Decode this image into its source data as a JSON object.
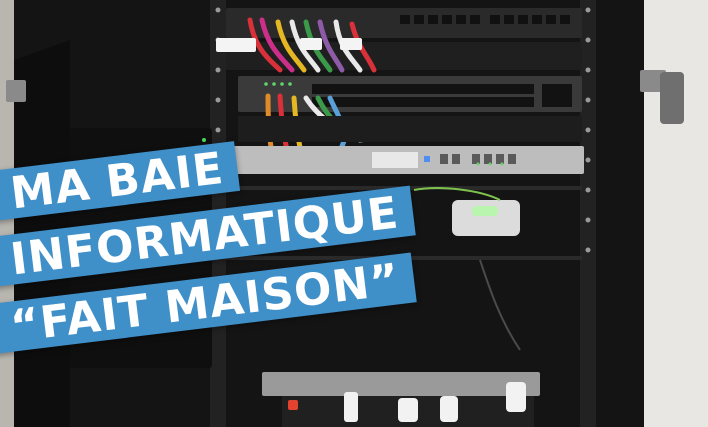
{
  "title_lines": [
    "MA BAIE",
    "INFORMATIQUE",
    "“FAIT MAISON”"
  ],
  "colors": {
    "banner": "#3f8fc9",
    "banner_text": "#ffffff",
    "rack": "#141414",
    "wall": "#e9e7e3"
  },
  "icons": [
    "network-switch-icon",
    "patch-panel-icon",
    "firewall-appliance-icon",
    "power-strip-icon"
  ]
}
